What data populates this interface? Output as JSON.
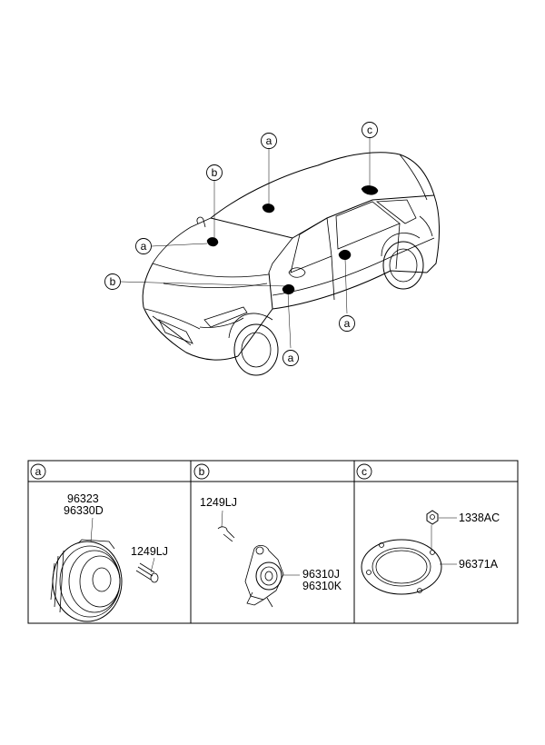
{
  "callouts": {
    "a1": "a",
    "a2": "a",
    "a3": "a",
    "a4": "a",
    "b1": "b",
    "b2": "b",
    "c1": "c"
  },
  "panels": {
    "a": {
      "letter": "a",
      "part1": "96323",
      "part2": "96330D",
      "screw": "1249LJ"
    },
    "b": {
      "letter": "b",
      "screw": "1249LJ",
      "part1": "96310J",
      "part2": "96310K"
    },
    "c": {
      "letter": "c",
      "nut": "1338AC",
      "bracket": "96371A"
    }
  }
}
